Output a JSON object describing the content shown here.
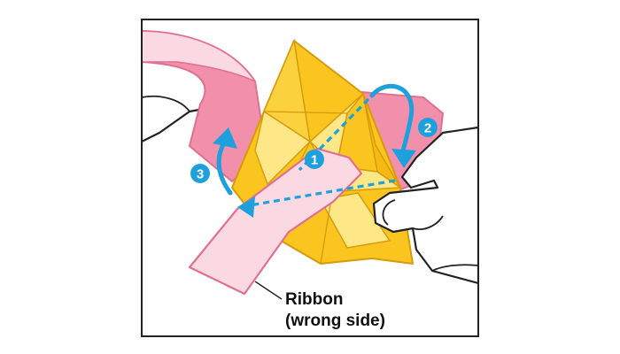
{
  "caption": {
    "line1": "Ribbon",
    "line2": "(wrong side)"
  },
  "steps": [
    {
      "label": "1"
    },
    {
      "label": "2"
    },
    {
      "label": "3"
    }
  ],
  "colors": {
    "frame": "#222222",
    "star_fill": "#f9c51e",
    "star_light": "#fde787",
    "star_edge": "#d79a0c",
    "ribbon_pink": "#f28fab",
    "ribbon_light": "#fbd9e3",
    "ribbon_edge": "#e0708f",
    "arrow_blue": "#1ea0dd",
    "hand_fill": "#ffffff",
    "hand_stroke": "#222222"
  },
  "icons": {
    "fold_arrow_1": "dashed-arrow-icon",
    "fold_arrow_2": "curved-arrow-icon",
    "fold_arrow_3": "curved-arrow-icon",
    "left_hand": "hand-icon",
    "right_hand": "hand-icon"
  }
}
